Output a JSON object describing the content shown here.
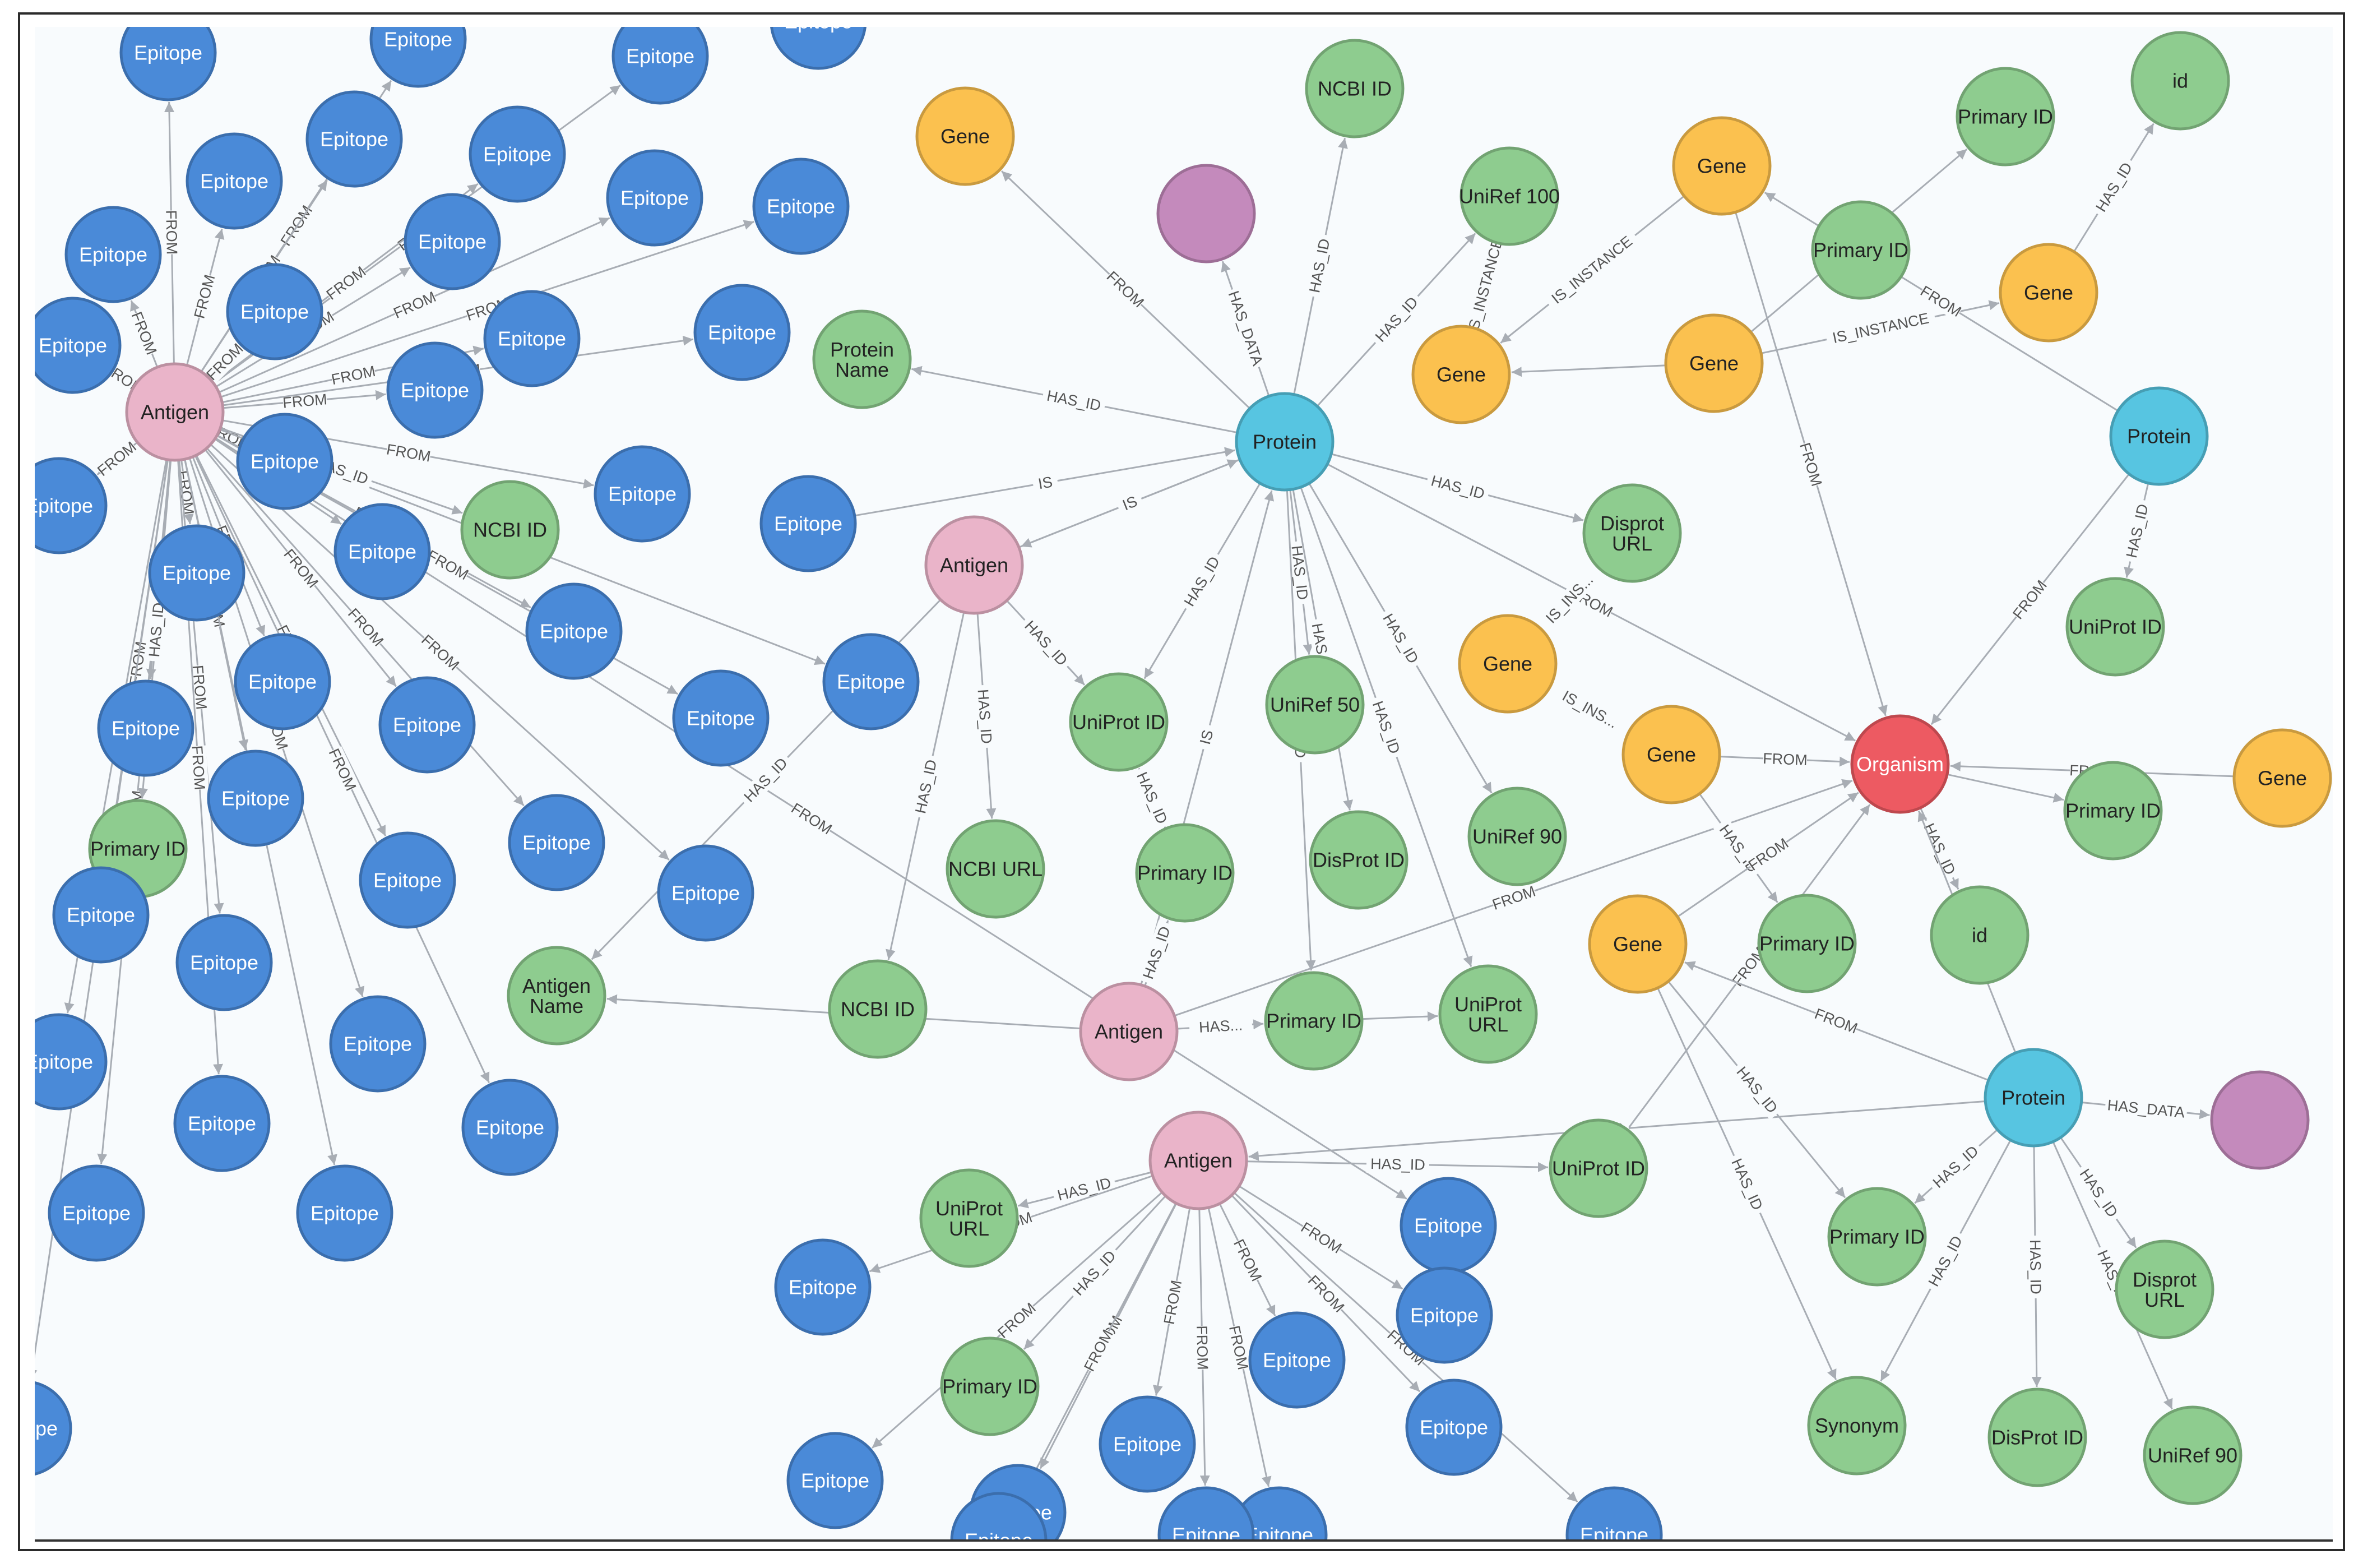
{
  "colors": {
    "Epitope": "#4a8ad8",
    "Antigen": "#eab4c9",
    "Protein": "#57c5e1",
    "Gene": "#fbc14f",
    "Organism": "#ed5a62",
    "Property": "#8ecc8f",
    "Data": "#c48abc"
  },
  "nodes": [
    {
      "id": "ag1",
      "label": "Antigen",
      "type": "Antigen"
    },
    {
      "id": "ag2",
      "label": "Antigen",
      "type": "Antigen"
    },
    {
      "id": "ag3",
      "label": "Antigen",
      "type": "Antigen"
    },
    {
      "id": "ag4",
      "label": "Antigen",
      "type": "Antigen"
    },
    {
      "id": "prot1",
      "label": "Protein",
      "type": "Protein"
    },
    {
      "id": "prot2",
      "label": "Protein",
      "type": "Protein"
    },
    {
      "id": "prot3",
      "label": "Protein",
      "type": "Protein"
    },
    {
      "id": "org",
      "label": "Organism",
      "type": "Organism"
    },
    {
      "id": "g1",
      "label": "Gene",
      "type": "Gene"
    },
    {
      "id": "g2",
      "label": "Gene",
      "type": "Gene"
    },
    {
      "id": "g3",
      "label": "Gene",
      "type": "Gene"
    },
    {
      "id": "g4",
      "label": "Gene",
      "type": "Gene"
    },
    {
      "id": "g5",
      "label": "Gene",
      "type": "Gene"
    },
    {
      "id": "g6",
      "label": "Gene",
      "type": "Gene"
    },
    {
      "id": "g7",
      "label": "Gene",
      "type": "Gene"
    },
    {
      "id": "g8",
      "label": "Gene",
      "type": "Gene"
    },
    {
      "id": "g9",
      "label": "Gene",
      "type": "Gene"
    },
    {
      "id": "d1",
      "label": "",
      "type": "Data"
    },
    {
      "id": "d2",
      "label": "",
      "type": "Data"
    },
    {
      "id": "p_ncbi1",
      "label": "NCBI ID",
      "type": "Property"
    },
    {
      "id": "p_uniref100",
      "label": "UniRef 100",
      "type": "Property"
    },
    {
      "id": "p_pid1",
      "label": "Primary ID",
      "type": "Property"
    },
    {
      "id": "p_id1",
      "label": "id",
      "type": "Property"
    },
    {
      "id": "p_pid2",
      "label": "Primary ID",
      "type": "Property"
    },
    {
      "id": "p_pname",
      "label": "Protein Name",
      "type": "Property"
    },
    {
      "id": "p_ncbi2",
      "label": "NCBI ID",
      "type": "Property"
    },
    {
      "id": "p_disproturl1",
      "label": "Disprot URL",
      "type": "Property"
    },
    {
      "id": "p_uniprotid1",
      "label": "UniProt ID",
      "type": "Property"
    },
    {
      "id": "p_uniref50",
      "label": "UniRef 50",
      "type": "Property"
    },
    {
      "id": "p_ncbiurl",
      "label": "NCBI URL",
      "type": "Property"
    },
    {
      "id": "p_pid3",
      "label": "Primary ID",
      "type": "Property"
    },
    {
      "id": "p_disprotid1",
      "label": "DisProt ID",
      "type": "Property"
    },
    {
      "id": "p_uniref90a",
      "label": "UniRef 90",
      "type": "Property"
    },
    {
      "id": "p_uniprotid2",
      "label": "UniProt ID",
      "type": "Property"
    },
    {
      "id": "p_pid4",
      "label": "Primary ID",
      "type": "Property"
    },
    {
      "id": "p_pid5",
      "label": "Primary ID",
      "type": "Property"
    },
    {
      "id": "p_antname",
      "label": "Antigen Name",
      "type": "Property"
    },
    {
      "id": "p_ncbi3",
      "label": "NCBI ID",
      "type": "Property"
    },
    {
      "id": "p_pid6",
      "label": "Primary ID",
      "type": "Property"
    },
    {
      "id": "p_uniproturl1",
      "label": "UniProt URL",
      "type": "Property"
    },
    {
      "id": "p_pid7",
      "label": "Primary ID",
      "type": "Property"
    },
    {
      "id": "p_id2",
      "label": "id",
      "type": "Property"
    },
    {
      "id": "p_uniprotid3",
      "label": "UniProt ID",
      "type": "Property"
    },
    {
      "id": "p_uniproturl2",
      "label": "UniProt URL",
      "type": "Property"
    },
    {
      "id": "p_pid8",
      "label": "Primary ID",
      "type": "Property"
    },
    {
      "id": "p_disproturl2",
      "label": "Disprot URL",
      "type": "Property"
    },
    {
      "id": "p_pid9",
      "label": "Primary ID",
      "type": "Property"
    },
    {
      "id": "p_synonym",
      "label": "Synonym",
      "type": "Property"
    },
    {
      "id": "p_disprotid2",
      "label": "DisProt ID",
      "type": "Property"
    },
    {
      "id": "p_uniref90b",
      "label": "UniRef 90",
      "type": "Property"
    },
    {
      "id": "p_pid10",
      "label": "Primary ID",
      "type": "Property"
    },
    {
      "id": "p_pid11",
      "label": "Primary ID",
      "type": "Property"
    },
    {
      "id": "e1",
      "label": "Epitope",
      "type": "Epitope"
    },
    {
      "id": "e2",
      "label": "Epitope",
      "type": "Epitope"
    },
    {
      "id": "e3",
      "label": "Epitope",
      "type": "Epitope"
    },
    {
      "id": "e4",
      "label": "Epitope",
      "type": "Epitope"
    },
    {
      "id": "e5",
      "label": "Epitope",
      "type": "Epitope"
    },
    {
      "id": "e6",
      "label": "Epitope",
      "type": "Epitope"
    },
    {
      "id": "e7",
      "label": "Epitope",
      "type": "Epitope"
    },
    {
      "id": "e8",
      "label": "Epitope",
      "type": "Epitope"
    },
    {
      "id": "e9",
      "label": "Epitope",
      "type": "Epitope"
    },
    {
      "id": "e10",
      "label": "Epitope",
      "type": "Epitope"
    },
    {
      "id": "e11",
      "label": "Epitope",
      "type": "Epitope"
    },
    {
      "id": "e12",
      "label": "Epitope",
      "type": "Epitope"
    },
    {
      "id": "e13",
      "label": "Epitope",
      "type": "Epitope"
    },
    {
      "id": "e14",
      "label": "Epitope",
      "type": "Epitope"
    },
    {
      "id": "e15",
      "label": "Epitope",
      "type": "Epitope"
    },
    {
      "id": "e16",
      "label": "Epitope",
      "type": "Epitope"
    },
    {
      "id": "e17",
      "label": "Epitope",
      "type": "Epitope"
    },
    {
      "id": "e18",
      "label": "Epitope",
      "type": "Epitope"
    },
    {
      "id": "e19",
      "label": "Epitope",
      "type": "Epitope"
    },
    {
      "id": "e20",
      "label": "Epitope",
      "type": "Epitope"
    },
    {
      "id": "e21",
      "label": "Epitope",
      "type": "Epitope"
    },
    {
      "id": "e22",
      "label": "Epitope",
      "type": "Epitope"
    },
    {
      "id": "e23",
      "label": "Epitope",
      "type": "Epitope"
    },
    {
      "id": "e24",
      "label": "Epitope",
      "type": "Epitope"
    },
    {
      "id": "e25",
      "label": "Epitope",
      "type": "Epitope"
    },
    {
      "id": "e26",
      "label": "Epitope",
      "type": "Epitope"
    },
    {
      "id": "e27",
      "label": "Epitope",
      "type": "Epitope"
    },
    {
      "id": "e28",
      "label": "Epitope",
      "type": "Epitope"
    },
    {
      "id": "e29",
      "label": "Epitope",
      "type": "Epitope"
    },
    {
      "id": "e30",
      "label": "Epitope",
      "type": "Epitope"
    },
    {
      "id": "e31",
      "label": "Epitope",
      "type": "Epitope"
    },
    {
      "id": "e32",
      "label": "Epitope",
      "type": "Epitope"
    },
    {
      "id": "e33",
      "label": "Epitope",
      "type": "Epitope"
    },
    {
      "id": "e34",
      "label": "Epitope",
      "type": "Epitope"
    },
    {
      "id": "e35",
      "label": "Epitope",
      "type": "Epitope"
    },
    {
      "id": "e36",
      "label": "Epitope",
      "type": "Epitope"
    },
    {
      "id": "e37",
      "label": "Epitope",
      "type": "Epitope"
    },
    {
      "id": "e38",
      "label": "Epitope",
      "type": "Epitope"
    },
    {
      "id": "e39",
      "label": "Epitope",
      "type": "Epitope"
    },
    {
      "id": "e40",
      "label": "Epitope",
      "type": "Epitope"
    },
    {
      "id": "e41",
      "label": "Epitope",
      "type": "Epitope"
    },
    {
      "id": "e42",
      "label": "Epitope",
      "type": "Epitope"
    },
    {
      "id": "e43",
      "label": "Epitope",
      "type": "Epitope"
    },
    {
      "id": "e44",
      "label": "Epitope",
      "type": "Epitope"
    },
    {
      "id": "e45",
      "label": "Epitope",
      "type": "Epitope"
    },
    {
      "id": "e46",
      "label": "Epitope",
      "type": "Epitope"
    },
    {
      "id": "e47",
      "label": "Epitope",
      "type": "Epitope"
    },
    {
      "id": "e48",
      "label": "Epitope",
      "type": "Epitope"
    },
    {
      "id": "e49",
      "label": "Epitope",
      "type": "Epitope"
    },
    {
      "id": "e50",
      "label": "Epitope",
      "type": "Epitope"
    },
    {
      "id": "e51",
      "label": "Epitope",
      "type": "Epitope"
    },
    {
      "id": "e52",
      "label": "Epitope",
      "type": "Epitope"
    },
    {
      "id": "e53",
      "label": "Epitope",
      "type": "Epitope"
    }
  ],
  "edges": [
    {
      "from": "ag1",
      "to": "e1",
      "label": "FROM"
    },
    {
      "from": "ag1",
      "to": "e2",
      "label": "FROM"
    },
    {
      "from": "ag1",
      "to": "e3",
      "label": "FROM"
    },
    {
      "from": "ag1",
      "to": "e5",
      "label": "FROM"
    },
    {
      "from": "ag1",
      "to": "e6",
      "label": "FROM"
    },
    {
      "from": "ag1",
      "to": "e7",
      "label": "FROM"
    },
    {
      "from": "ag1",
      "to": "e8",
      "label": "FROM"
    },
    {
      "from": "ag1",
      "to": "e9",
      "label": "FROM"
    },
    {
      "from": "ag1",
      "to": "e10",
      "label": "FROM"
    },
    {
      "from": "ag1",
      "to": "e11",
      "label": "FROM"
    },
    {
      "from": "ag1",
      "to": "e12",
      "label": "FROM"
    },
    {
      "from": "ag1",
      "to": "e13",
      "label": "FROM"
    },
    {
      "from": "ag1",
      "to": "e14",
      "label": "FROM"
    },
    {
      "from": "ag1",
      "to": "e15",
      "label": "FROM"
    },
    {
      "from": "ag1",
      "to": "e16",
      "label": "FROM"
    },
    {
      "from": "ag1",
      "to": "e17",
      "label": "FROM"
    },
    {
      "from": "ag1",
      "to": "e18",
      "label": "FROM"
    },
    {
      "from": "ag1",
      "to": "e19",
      "label": "FROM"
    },
    {
      "from": "ag1",
      "to": "e21",
      "label": "FROM"
    },
    {
      "from": "ag1",
      "to": "e22",
      "label": "FROM"
    },
    {
      "from": "ag1",
      "to": "e23",
      "label": "FROM"
    },
    {
      "from": "ag1",
      "to": "e24",
      "label": "FROM"
    },
    {
      "from": "ag1",
      "to": "e25",
      "label": "FROM"
    },
    {
      "from": "ag1",
      "to": "e26",
      "label": "FROM"
    },
    {
      "from": "ag1",
      "to": "e27",
      "label": "FROM"
    },
    {
      "from": "ag1",
      "to": "e28",
      "label": "FROM"
    },
    {
      "from": "ag1",
      "to": "e29",
      "label": "FROM"
    },
    {
      "from": "ag1",
      "to": "e30",
      "label": "FROM"
    },
    {
      "from": "ag1",
      "to": "e31",
      "label": "FROM"
    },
    {
      "from": "ag1",
      "to": "e32",
      "label": "FROM"
    },
    {
      "from": "ag1",
      "to": "e33",
      "label": "FROM"
    },
    {
      "from": "ag1",
      "to": "e34",
      "label": "FROM"
    },
    {
      "from": "ag1",
      "to": "e35",
      "label": "FROM"
    },
    {
      "from": "ag1",
      "to": "e36",
      "label": "FROM"
    },
    {
      "from": "ag1",
      "to": "e37",
      "label": "FROM"
    },
    {
      "from": "ag1",
      "to": "e38",
      "label": "FROM"
    },
    {
      "from": "ag1",
      "to": "e39",
      "label": "FROM"
    },
    {
      "from": "ag1",
      "to": "e40",
      "label": "FROM"
    },
    {
      "from": "ag1",
      "to": "e41",
      "label": "FROM"
    },
    {
      "from": "ag1",
      "to": "e42",
      "label": "FROM"
    },
    {
      "from": "ag1",
      "to": "p_ncbi2",
      "label": "HAS_ID"
    },
    {
      "from": "ag1",
      "to": "p_pid6",
      "label": "HAS_ID"
    },
    {
      "from": "e20",
      "to": "prot1",
      "label": "IS"
    },
    {
      "from": "ag2",
      "to": "prot1",
      "label": "IS"
    },
    {
      "from": "prot1",
      "to": "ag2",
      "label": "IS"
    },
    {
      "from": "ag2",
      "to": "p_ncbiurl",
      "label": "HAS_ID"
    },
    {
      "from": "ag2",
      "to": "p_ncbi3",
      "label": "HAS_ID"
    },
    {
      "from": "ag2",
      "to": "p_uniprotid2",
      "label": "HAS_ID"
    },
    {
      "from": "ag2",
      "to": "p_antname",
      "label": "HAS_ID"
    },
    {
      "from": "prot1",
      "to": "g1",
      "label": "FROM"
    },
    {
      "from": "prot1",
      "to": "d1",
      "label": "HAS_DATA"
    },
    {
      "from": "prot1",
      "to": "p_ncbi1",
      "label": "HAS_ID"
    },
    {
      "from": "prot1",
      "to": "p_uniref100",
      "label": "HAS_ID"
    },
    {
      "from": "prot1",
      "to": "p_pname",
      "label": "HAS_ID"
    },
    {
      "from": "prot1",
      "to": "p_disproturl1",
      "label": "HAS_ID"
    },
    {
      "from": "prot1",
      "to": "p_uniprotid2",
      "label": "HAS_ID"
    },
    {
      "from": "prot1",
      "to": "p_uniref50",
      "label": "HAS_ID"
    },
    {
      "from": "prot1",
      "to": "p_disprotid1",
      "label": "HAS_ID"
    },
    {
      "from": "prot1",
      "to": "p_uniref90a",
      "label": "HAS_ID"
    },
    {
      "from": "prot1",
      "to": "p_pid5",
      "label": "HAS_ID"
    },
    {
      "from": "prot1",
      "to": "p_uniproturl1",
      "label": "HAS_ID"
    },
    {
      "from": "prot1",
      "to": "org",
      "label": "FROM"
    },
    {
      "from": "ag3",
      "to": "prot1",
      "label": "IS"
    },
    {
      "from": "ag3",
      "to": "p_pid3",
      "label": "HAS_ID"
    },
    {
      "from": "ag3",
      "to": "p_pid5",
      "label": "HAS..."
    },
    {
      "from": "ag3",
      "to": "p_antname",
      "label": ""
    },
    {
      "from": "ag3",
      "to": "org",
      "label": "FROM"
    },
    {
      "from": "p_pid3",
      "to": "p_uniprotid2",
      "label": "HAS_ID"
    },
    {
      "from": "p_pid5",
      "to": "p_uniproturl1",
      "label": ""
    },
    {
      "from": "g2",
      "to": "p_uniref100",
      "label": "IS_INSTANCE"
    },
    {
      "from": "g3",
      "to": "g2",
      "label": ""
    },
    {
      "from": "g3",
      "to": "p_pid1",
      "label": "HAS_ID"
    },
    {
      "from": "g3",
      "to": "g6",
      "label": "IS_INSTANCE"
    },
    {
      "from": "g4",
      "to": "g2",
      "label": "IS_INSTANCE"
    },
    {
      "from": "g4",
      "to": "org",
      "label": "FROM"
    },
    {
      "from": "g6",
      "to": "p_id1",
      "label": "HAS_ID"
    },
    {
      "from": "prot2",
      "to": "g4",
      "label": "FROM"
    },
    {
      "from": "prot2",
      "to": "org",
      "label": "FROM"
    },
    {
      "from": "prot2",
      "to": "p_uniprotid1",
      "label": "HAS_ID"
    },
    {
      "from": "g5",
      "to": "p_disproturl1",
      "label": "IS_INS..."
    },
    {
      "from": "g7",
      "to": "org",
      "label": "FROM"
    },
    {
      "from": "g7",
      "to": "p_pid7",
      "label": "HAS_ID"
    },
    {
      "from": "g8",
      "to": "org",
      "label": "FROM"
    },
    {
      "from": "g9",
      "to": "org",
      "label": "FROM"
    },
    {
      "from": "g7",
      "to": "g5",
      "label": "IS_INS..."
    },
    {
      "from": "org",
      "to": "p_pid4",
      "label": ""
    },
    {
      "from": "org",
      "to": "p_id2",
      "label": "HAS_ID"
    },
    {
      "from": "p_uniprotid3",
      "to": "org",
      "label": "FROM"
    },
    {
      "from": "prot3",
      "to": "org",
      "label": "FROM"
    },
    {
      "from": "prot3",
      "to": "ag4",
      "label": "IS"
    },
    {
      "from": "prot3",
      "to": "d2",
      "label": "HAS_DATA"
    },
    {
      "from": "prot3",
      "to": "p_disproturl2",
      "label": "HAS_ID"
    },
    {
      "from": "prot3",
      "to": "p_disprotid2",
      "label": "HAS_ID"
    },
    {
      "from": "prot3",
      "to": "p_uniref90b",
      "label": "HAS_ID"
    },
    {
      "from": "prot3",
      "to": "p_pid9",
      "label": "HAS_ID"
    },
    {
      "from": "prot3",
      "to": "p_synonym",
      "label": "HAS_ID"
    },
    {
      "from": "prot3",
      "to": "g8",
      "label": "FROM"
    },
    {
      "from": "g8",
      "to": "p_pid9",
      "label": "HAS_ID"
    },
    {
      "from": "g8",
      "to": "p_synonym",
      "label": "HAS_ID"
    },
    {
      "from": "ag4",
      "to": "p_uniprotid3",
      "label": "HAS_ID"
    },
    {
      "from": "ag4",
      "to": "p_uniproturl2",
      "label": "HAS_ID"
    },
    {
      "from": "ag4",
      "to": "p_pid8",
      "label": "HAS_ID"
    },
    {
      "from": "ag4",
      "to": "e43",
      "label": "FROM"
    },
    {
      "from": "ag4",
      "to": "e44",
      "label": "FROM"
    },
    {
      "from": "ag4",
      "to": "e45",
      "label": "FROM"
    },
    {
      "from": "ag4",
      "to": "e46",
      "label": "FROM"
    },
    {
      "from": "ag4",
      "to": "e47",
      "label": "FROM"
    },
    {
      "from": "ag4",
      "to": "e48",
      "label": "FROM"
    },
    {
      "from": "ag4",
      "to": "e49",
      "label": "FROM"
    },
    {
      "from": "ag4",
      "to": "e50",
      "label": "FROM"
    },
    {
      "from": "ag4",
      "to": "e51",
      "label": "FROM"
    },
    {
      "from": "ag4",
      "to": "e52",
      "label": "FROM"
    },
    {
      "from": "ag4",
      "to": "e53",
      "label": "FROM"
    }
  ]
}
